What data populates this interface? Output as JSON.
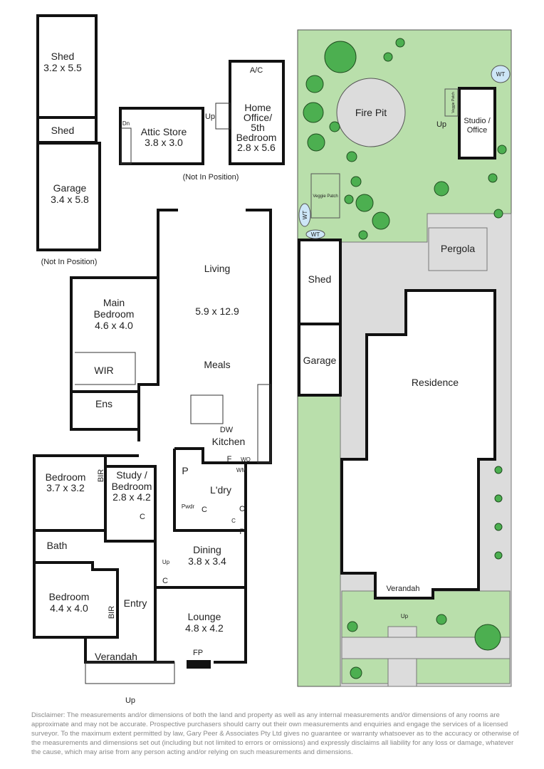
{
  "left_plan": {
    "shed_main": {
      "name": "Shed",
      "dims": "3.2 x 5.5"
    },
    "shed_small": {
      "name": "Shed"
    },
    "garage": {
      "name": "Garage",
      "dims": "3.4 x 5.8"
    },
    "garage_note": "(Not In Position)",
    "attic_store": {
      "name": "Attic Store",
      "dims": "3.8 x 3.0",
      "stair": "Dn"
    },
    "home_office": {
      "line1": "Home",
      "line2": "Office/",
      "line3": "5th",
      "line4": "Bedroom",
      "dims": "2.8 x 5.6",
      "ac": "A/C",
      "up": "Up"
    },
    "upper_note": "(Not In Position)",
    "living": {
      "name": "Living",
      "dims": "5.9 x 12.9",
      "meals": "Meals"
    },
    "main_bedroom": {
      "line1": "Main",
      "line2": "Bedroom",
      "dims": "4.6 x 4.0",
      "wir": "WIR",
      "ens": "Ens"
    },
    "kitchen": {
      "name": "Kitchen",
      "dw": "DW",
      "f": "F",
      "wo": "WO",
      "wm": "WM"
    },
    "laundry": {
      "name": "L'dry",
      "p": "P",
      "pwdr": "Pwdr",
      "c1": "C",
      "c2": "C",
      "c3": "C",
      "p2": "P"
    },
    "bedroom2": {
      "name": "Bedroom",
      "dims": "3.7 x 3.2",
      "bir": "BIR"
    },
    "study": {
      "line1": "Study /",
      "line2": "Bedroom",
      "dims": "2.8 x 4.2",
      "c": "C"
    },
    "bath": "Bath",
    "bedroom3": {
      "name": "Bedroom",
      "dims": "4.4 x 4.0",
      "bir": "BIR"
    },
    "entry": "Entry",
    "stair_up": "Up",
    "dining": {
      "name": "Dining",
      "dims": "3.8 x 3.4"
    },
    "lounge": {
      "name": "Lounge",
      "dims": "4.8 x 4.2",
      "c": "C",
      "fp": "FP"
    },
    "verandah": {
      "name": "Verandah",
      "up": "Up"
    }
  },
  "site_plan": {
    "fire_pit": "Fire Pit",
    "studio": {
      "line1": "Studio /",
      "line2": "Office",
      "up": "Up",
      "veggie": "Veggie Patch"
    },
    "veggie_patch": "Veggie Patch",
    "wt_labels": [
      "WT",
      "WT",
      "WT"
    ],
    "pergola": "Pergola",
    "shed": "Shed",
    "garage": "Garage",
    "residence": "Residence",
    "verandah": "Verandah",
    "up": "Up",
    "colors": {
      "lawn": "#b9dfab",
      "trees": "#4caf50",
      "paving": "#dcdcdc"
    }
  },
  "disclaimer": "Disclaimer: The measurements and/or dimensions of both the land and property as well as any internal measurements and/or dimensions of any rooms are approximate and may not be accurate. Prospective purchasers should carry out their own measurements and enquiries and engage the services of a licensed surveyor. To the maximum extent permitted by law, Gary Peer & Associates Pty Ltd gives no guarantee or warranty whatsoever as to the accuracy or otherwise of the measurements and dimensions set out (including but not limited to errors or omissions) and expressly disclaims all liability for any loss or damage, whatever the cause, which may arise from any person acting and/or relying on such measurements and dimensions."
}
